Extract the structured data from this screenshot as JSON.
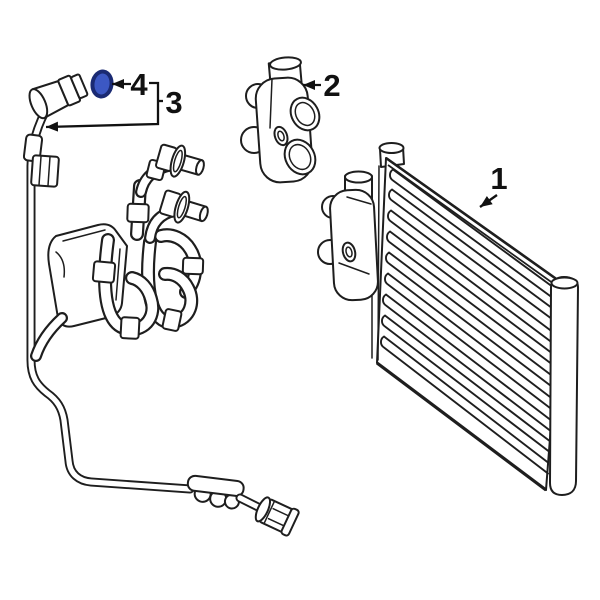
{
  "diagram": {
    "type": "exploded-parts-diagram",
    "background": "#ffffff",
    "line_color": "#1e1e1e",
    "callouts": [
      {
        "number": "1",
        "part": "condenser-coil"
      },
      {
        "number": "2",
        "part": "connector-fitting-block"
      },
      {
        "number": "3",
        "part": "refrigerant-hose-assembly"
      },
      {
        "number": "4",
        "part": "o-ring-seal",
        "highlighted": true
      }
    ],
    "highlight": {
      "outer": "#1a2a73",
      "inner": "#3c58c4",
      "edge": "#0c1448"
    }
  }
}
